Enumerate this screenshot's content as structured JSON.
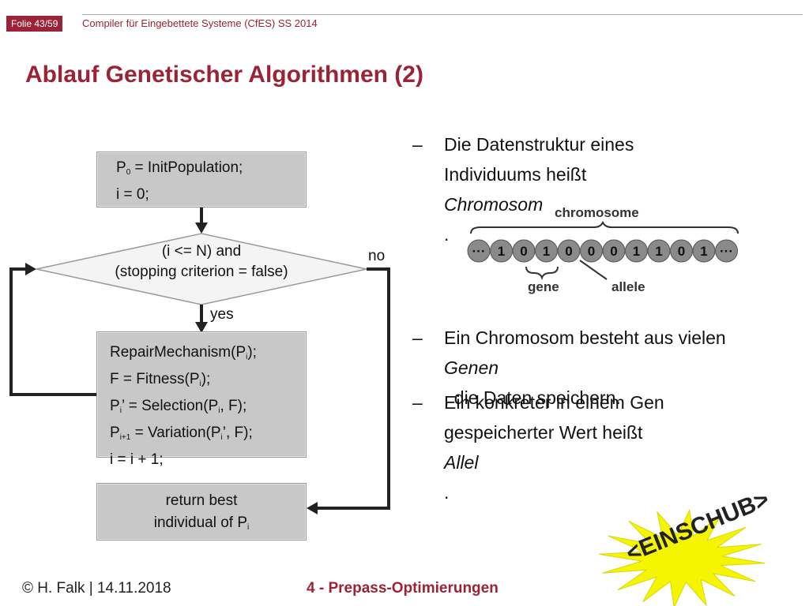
{
  "header": {
    "slide_number": "Folie 43/59",
    "course": "Compiler für Eingebettete Systeme (CfES) SS 2014"
  },
  "title": "Ablauf Genetischer Algorithmen (2)",
  "flowchart": {
    "init_line1_pre": "P",
    "init_line1_sub": "0",
    "init_line1_post": " = InitPopulation;",
    "init_line2": "i = 0;",
    "condition_line1": "(i <= N) and",
    "condition_line2": "(stopping criterion = false)",
    "yes_label": "yes",
    "no_label": "no",
    "loop_lines": [
      {
        "pre": "RepairMechanism(P",
        "sub": "i",
        "post": ");"
      },
      {
        "pre": "F = Fitness(P",
        "sub": "i",
        "post": ");"
      },
      {
        "pre": "P",
        "sub": "i",
        "post": "’ = Selection(P",
        "sub2": "i",
        "post2": ", F);"
      },
      {
        "pre": "P",
        "sub": "i+1",
        "post": " = Variation(P",
        "sub2": "i",
        "post2": "’, F);"
      },
      {
        "pre": "i = i + 1;",
        "sub": "",
        "post": ""
      }
    ],
    "return_line1": "return best",
    "return_line2_pre": "individual of P",
    "return_line2_sub": "i"
  },
  "bullets": [
    {
      "dash": "–",
      "lines": [
        "Die Datenstruktur eines",
        "Individuums heißt |Chromosom|."
      ]
    },
    {
      "dash": "–",
      "lines": [
        "Ein Chromosom besteht aus vielen",
        "|Genen|, die Daten speichern."
      ]
    },
    {
      "dash": "–",
      "lines": [
        "Ein konkreter in einem Gen",
        "gespeicherter Wert heißt |Allel|."
      ]
    }
  ],
  "chromosome": {
    "label": "chromosome",
    "gene_label": "gene",
    "allele_label": "allele",
    "cells": [
      "···",
      "1",
      "0",
      "1",
      "0",
      "0",
      "0",
      "1",
      "1",
      "0",
      "1",
      "···"
    ],
    "cell_color": "#8a8a8a"
  },
  "footer": {
    "left": "© H. Falk | 14.11.2018",
    "center": "4 - Prepass-Optimierungen"
  },
  "badge": {
    "text": "<EINSCHUB>",
    "color": "#f5f500"
  },
  "colors": {
    "accent": "#9b2335",
    "box": "#c8c8c8"
  }
}
